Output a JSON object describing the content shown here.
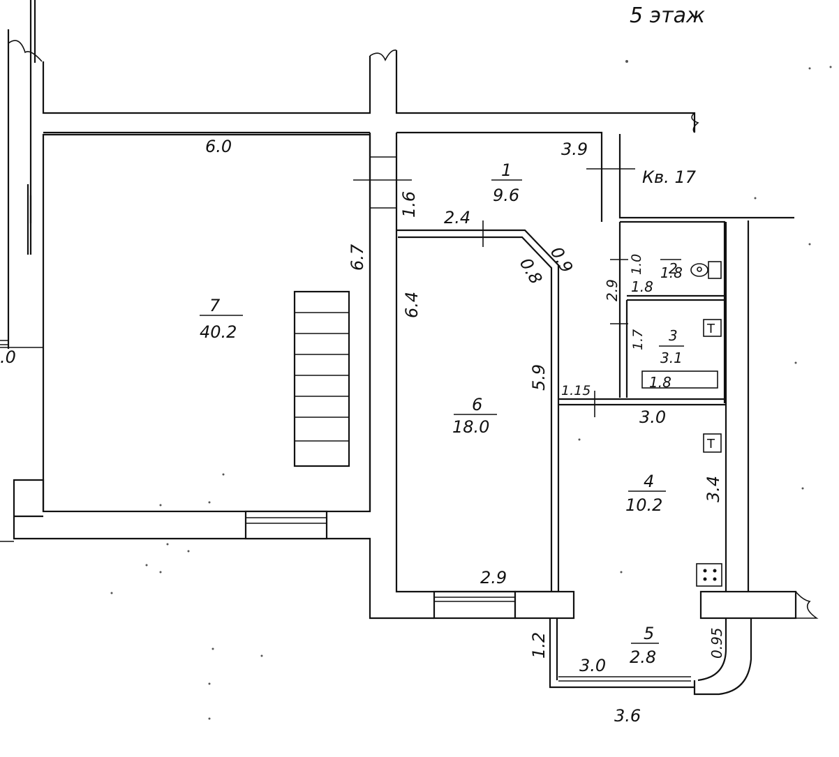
{
  "plan": {
    "floor_label": "5 этаж",
    "neighbor_apartment": "Кв. 17",
    "rooms": [
      {
        "number": "1",
        "area": "9.6"
      },
      {
        "number": "2",
        "area": "1.8"
      },
      {
        "number": "3",
        "area": "3.1"
      },
      {
        "number": "4",
        "area": "10.2"
      },
      {
        "number": "5",
        "area": "2.8"
      },
      {
        "number": "6",
        "area": "18.0"
      },
      {
        "number": "7",
        "area": "40.2"
      }
    ],
    "dimensions": {
      "room7_width": "6.0",
      "room7_depth": "6.7",
      "corridor_width": "1.6",
      "room1_length": "3.9",
      "room6_top": "2.4",
      "room6_diag_outer": "0.9",
      "room6_diag_inner": "0.8",
      "room6_left": "6.4",
      "room6_right": "5.9",
      "room6_bottom": "2.9",
      "bath_block_height": "2.9",
      "room2_height": "1.0",
      "room2_width": "1.8",
      "room3_height": "1.7",
      "bathtub": "1.8",
      "kitchen_door": "1.15",
      "room4_width": "3.0",
      "room4_depth": "3.4",
      "balcony_side": "1.2",
      "balcony_width": "3.0",
      "balcony_right": "0.95",
      "balcony_outer": "3.6",
      "cut_left": ".0"
    },
    "fixture_labels": {
      "stove_room3": "T",
      "stove_room4": "T"
    }
  }
}
